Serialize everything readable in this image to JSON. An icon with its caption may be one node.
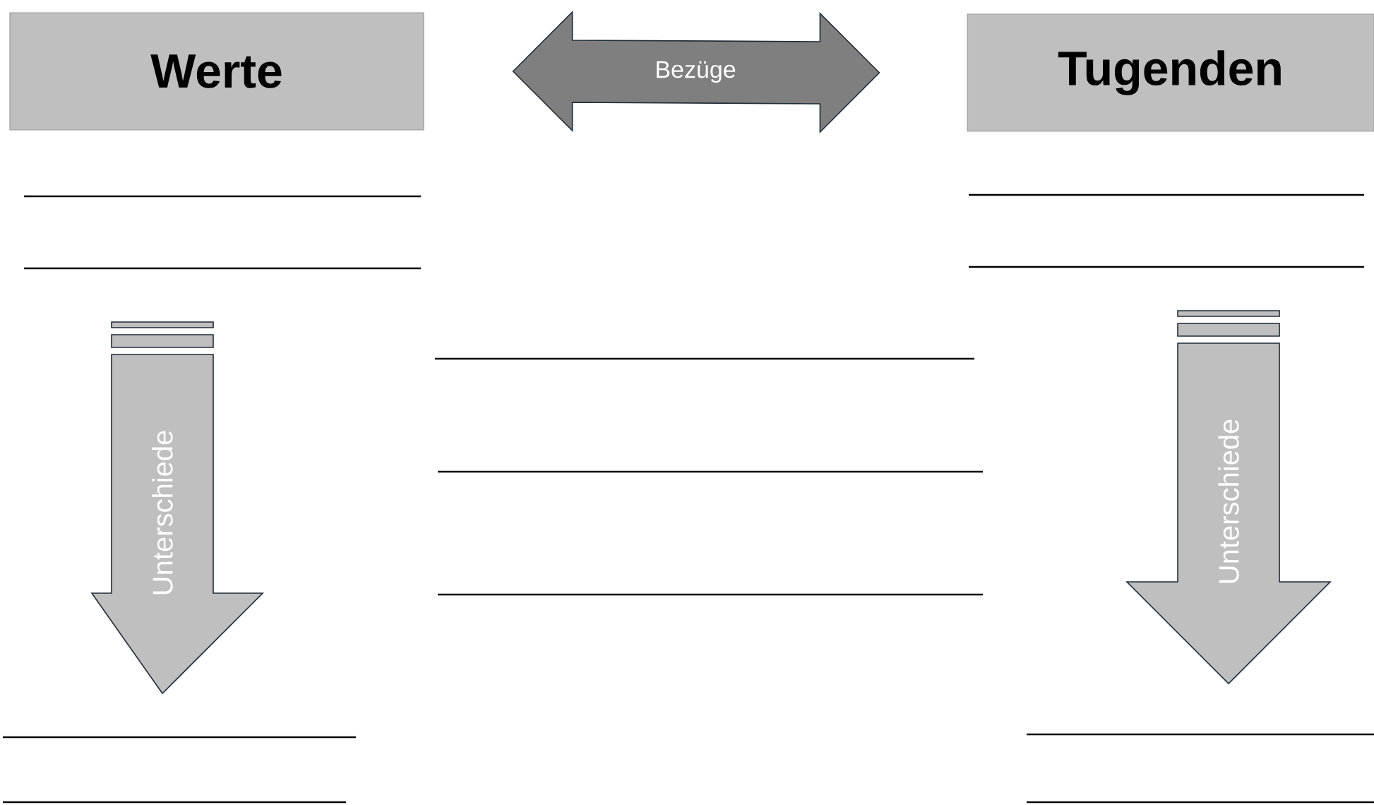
{
  "diagram": {
    "nodes": [
      {
        "text": [
          "Werte"
        ]
      },
      {
        "text": [
          "Tugenden"
        ]
      },
      {
        "text": [
          "Unterschiede"
        ]
      },
      {
        "text": [
          "Unterschiede"
        ]
      }
    ],
    "edges": [
      {
        "from": 0,
        "to": 1,
        "arrow": "both",
        "label": "Bezüge"
      }
    ]
  }
}
